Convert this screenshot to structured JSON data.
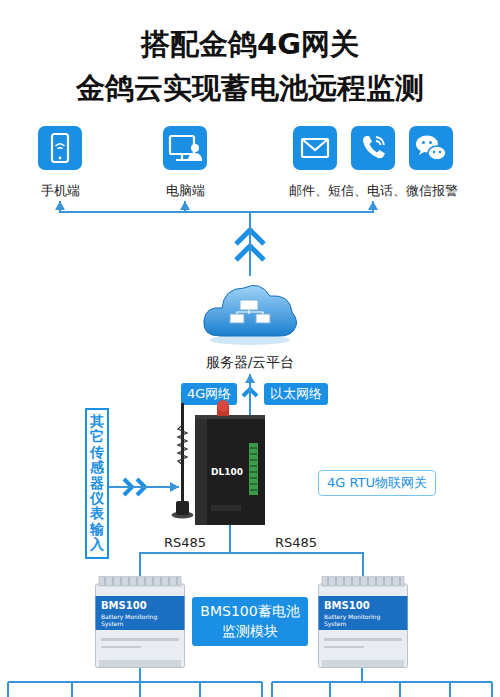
{
  "diagram": {
    "title": "搭配金鸽4G网关 金鸽云实现蓄电池远程监测",
    "nodes": [
      {
        "text": [
          "手机端"
        ]
      },
      {
        "text": [
          "电脑端"
        ]
      },
      {
        "text": [
          "邮件、短信、电话、微信报警"
        ]
      },
      {
        "text": [
          "服务器/云平台"
        ]
      },
      {
        "text": [
          "4G网络"
        ]
      },
      {
        "text": [
          "以太网络"
        ]
      },
      {
        "text": [
          "其它传感器仪表输入"
        ]
      },
      {
        "text": [
          "DL100",
          "4G RTU物联网关"
        ]
      },
      {
        "text": [
          "BMS100",
          "Battery Monitoring System"
        ]
      },
      {
        "text": [
          "BMS100蓄电池监测模块"
        ]
      },
      {
        "text": [
          "BMS100",
          "Battery Monitoring System"
        ]
      }
    ],
    "edges": [
      {
        "from": 3,
        "to": 0,
        "arrow": "to"
      },
      {
        "from": 3,
        "to": 1,
        "arrow": "to"
      },
      {
        "from": 3,
        "to": 2,
        "arrow": "to"
      },
      {
        "from": 7,
        "to": 3,
        "arrow": "to"
      },
      {
        "from": 6,
        "to": 7,
        "arrow": "to"
      },
      {
        "from": 7,
        "to": 8,
        "label": "RS485",
        "arrow": "none"
      },
      {
        "from": 7,
        "to": 10,
        "label": "RS485",
        "arrow": "none"
      }
    ]
  }
}
